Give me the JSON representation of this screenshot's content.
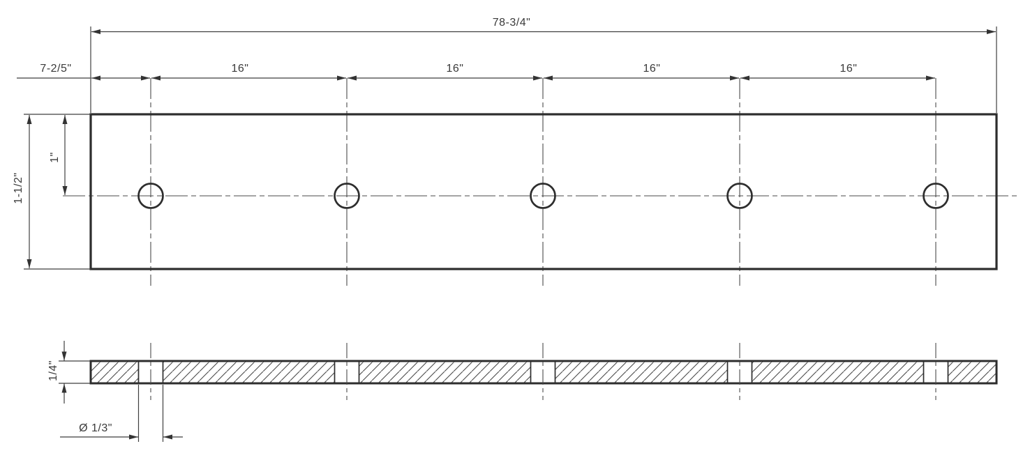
{
  "drawing": {
    "type": "mechanical-plate-drawing",
    "views": {
      "top_view": {
        "hole_count": 5,
        "dimensions": {
          "overall_length": "78-3/4\"",
          "left_edge_to_first_hole_center": "7-2/5\"",
          "hole_spacing": "16\"",
          "hole_center_from_top_edge": "1\"",
          "plate_height": "1-1/2\""
        }
      },
      "section_view": {
        "hole_gap_count": 5,
        "dimensions": {
          "plate_thickness": "1/4\"",
          "hole_diameter": "Ø 1/3\""
        }
      }
    },
    "style": {
      "background_color": "#ffffff",
      "outline_color": "#2d2d2d",
      "thin_line_color": "#4a4a4a",
      "text_color": "#3a3a3a"
    }
  }
}
